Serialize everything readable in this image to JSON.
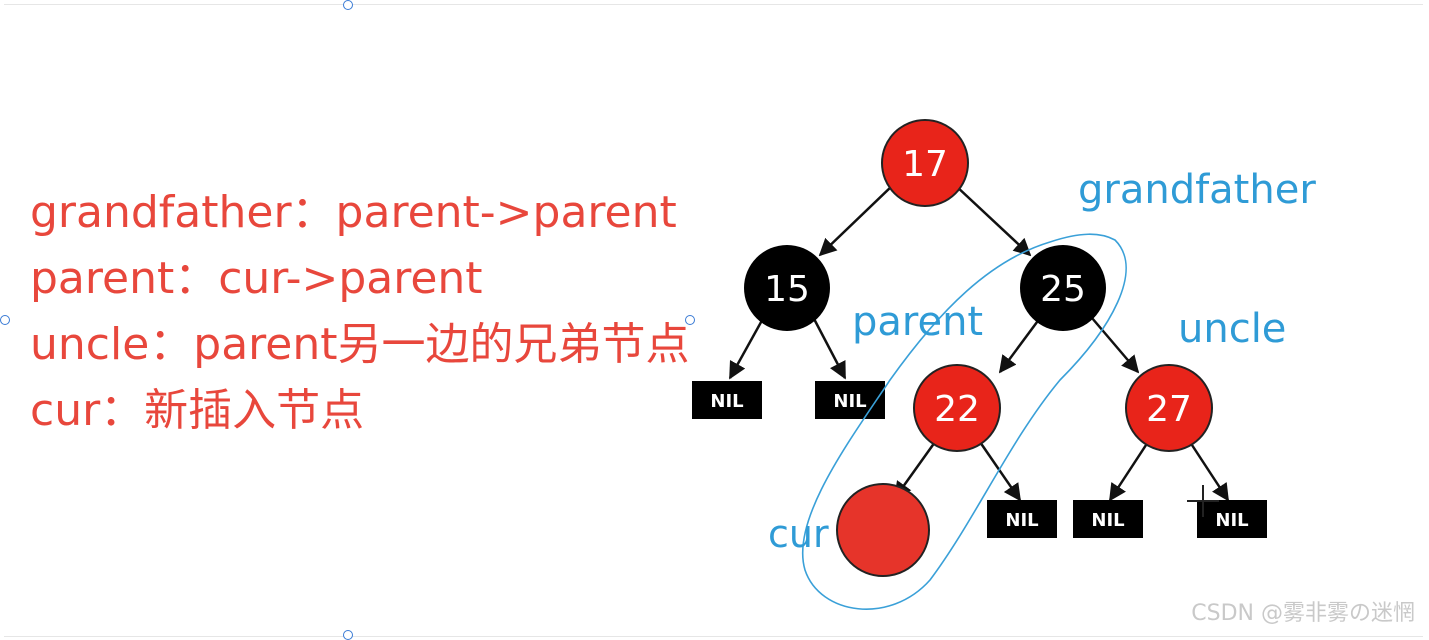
{
  "definitions": [
    "grandfather：parent->parent",
    "parent：cur->parent",
    "uncle：parent另一边的兄弟节点",
    "cur：新插入节点"
  ],
  "tree": {
    "nodes": [
      {
        "id": "n17",
        "label": "17",
        "color": "red"
      },
      {
        "id": "n15",
        "label": "15",
        "color": "black"
      },
      {
        "id": "n25",
        "label": "25",
        "color": "black"
      },
      {
        "id": "n22",
        "label": "22",
        "color": "red"
      },
      {
        "id": "n27",
        "label": "27",
        "color": "red"
      },
      {
        "id": "ncur",
        "label": "",
        "color": "red"
      }
    ],
    "nil_label": "NIL",
    "role_labels": {
      "grandfather": "grandfather",
      "parent": "parent",
      "uncle": "uncle",
      "cur": "cur"
    }
  },
  "colors": {
    "red_node": "#e8241a",
    "black_node": "#000000",
    "text_red": "#e8473c",
    "label_blue": "#2f9bd6"
  },
  "watermark": "CSDN @雾非雾の迷惘"
}
